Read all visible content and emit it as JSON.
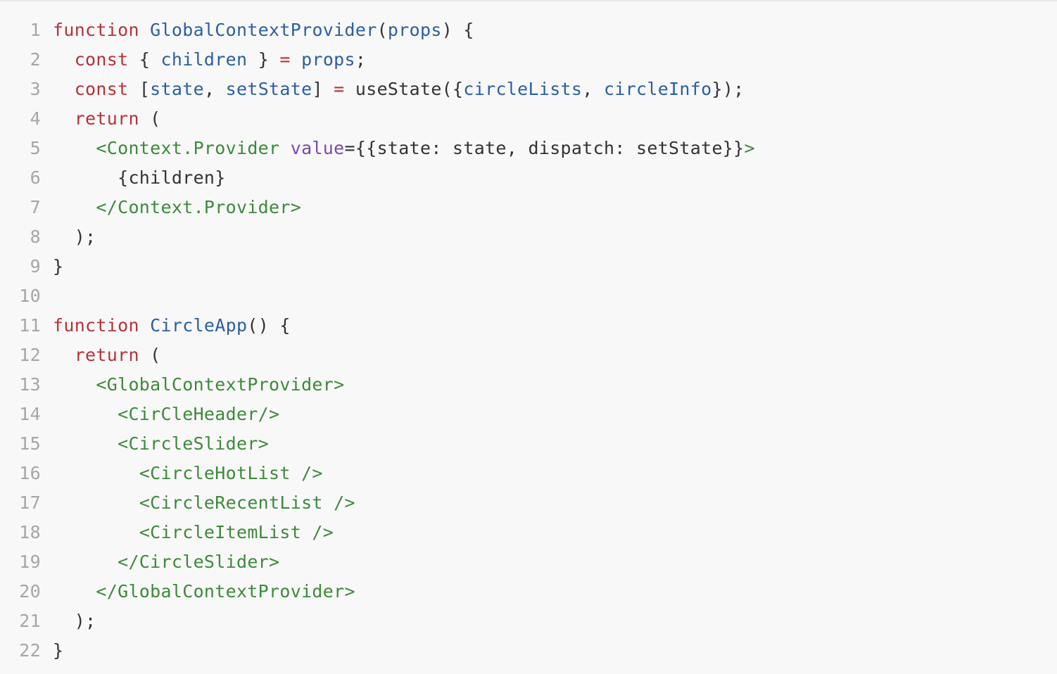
{
  "editor": {
    "theme_colors": {
      "background": "#f8f8f8",
      "line_number": "#a6a6a6",
      "keyword": "#b7323a",
      "definition": "#2c5fa3",
      "variable": "#2c5fa3",
      "operator": "#b7323a",
      "tag": "#3d8a3a",
      "attribute": "#7a4aa8",
      "plain": "#333333"
    },
    "lines": [
      {
        "n": "1",
        "tokens": [
          {
            "t": "kw",
            "v": "function"
          },
          {
            "t": "plain",
            "v": " "
          },
          {
            "t": "def",
            "v": "GlobalContextProvider"
          },
          {
            "t": "plain",
            "v": "("
          },
          {
            "t": "var",
            "v": "props"
          },
          {
            "t": "plain",
            "v": ") {"
          }
        ]
      },
      {
        "n": "2",
        "tokens": [
          {
            "t": "plain",
            "v": "  "
          },
          {
            "t": "kw",
            "v": "const"
          },
          {
            "t": "plain",
            "v": " { "
          },
          {
            "t": "var",
            "v": "children"
          },
          {
            "t": "plain",
            "v": " } "
          },
          {
            "t": "op",
            "v": "="
          },
          {
            "t": "plain",
            "v": " "
          },
          {
            "t": "var",
            "v": "props"
          },
          {
            "t": "plain",
            "v": ";"
          }
        ]
      },
      {
        "n": "3",
        "tokens": [
          {
            "t": "plain",
            "v": "  "
          },
          {
            "t": "kw",
            "v": "const"
          },
          {
            "t": "plain",
            "v": " ["
          },
          {
            "t": "var",
            "v": "state"
          },
          {
            "t": "plain",
            "v": ", "
          },
          {
            "t": "var",
            "v": "setState"
          },
          {
            "t": "plain",
            "v": "] "
          },
          {
            "t": "op",
            "v": "="
          },
          {
            "t": "plain",
            "v": " useState({"
          },
          {
            "t": "var",
            "v": "circleLists"
          },
          {
            "t": "plain",
            "v": ", "
          },
          {
            "t": "var",
            "v": "circleInfo"
          },
          {
            "t": "plain",
            "v": "});"
          }
        ]
      },
      {
        "n": "4",
        "tokens": [
          {
            "t": "plain",
            "v": "  "
          },
          {
            "t": "kw",
            "v": "return"
          },
          {
            "t": "plain",
            "v": " ("
          }
        ]
      },
      {
        "n": "5",
        "tokens": [
          {
            "t": "plain",
            "v": "    "
          },
          {
            "t": "tag",
            "v": "<Context.Provider"
          },
          {
            "t": "plain",
            "v": " "
          },
          {
            "t": "attr",
            "v": "value"
          },
          {
            "t": "plain",
            "v": "={{state: state, dispatch: setState}}"
          },
          {
            "t": "tag",
            "v": ">"
          }
        ]
      },
      {
        "n": "6",
        "tokens": [
          {
            "t": "plain",
            "v": "      {children}"
          }
        ]
      },
      {
        "n": "7",
        "tokens": [
          {
            "t": "plain",
            "v": "    "
          },
          {
            "t": "tag",
            "v": "</Context.Provider>"
          }
        ]
      },
      {
        "n": "8",
        "tokens": [
          {
            "t": "plain",
            "v": "  );"
          }
        ]
      },
      {
        "n": "9",
        "tokens": [
          {
            "t": "plain",
            "v": "}"
          }
        ]
      },
      {
        "n": "10",
        "tokens": []
      },
      {
        "n": "11",
        "tokens": [
          {
            "t": "kw",
            "v": "function"
          },
          {
            "t": "plain",
            "v": " "
          },
          {
            "t": "def",
            "v": "CircleApp"
          },
          {
            "t": "plain",
            "v": "() {"
          }
        ]
      },
      {
        "n": "12",
        "tokens": [
          {
            "t": "plain",
            "v": "  "
          },
          {
            "t": "kw",
            "v": "return"
          },
          {
            "t": "plain",
            "v": " ("
          }
        ]
      },
      {
        "n": "13",
        "tokens": [
          {
            "t": "plain",
            "v": "    "
          },
          {
            "t": "tag",
            "v": "<GlobalContextProvider>"
          }
        ]
      },
      {
        "n": "14",
        "tokens": [
          {
            "t": "plain",
            "v": "      "
          },
          {
            "t": "tag",
            "v": "<CirCleHeader/>"
          }
        ]
      },
      {
        "n": "15",
        "tokens": [
          {
            "t": "plain",
            "v": "      "
          },
          {
            "t": "tag",
            "v": "<CircleSlider>"
          }
        ]
      },
      {
        "n": "16",
        "tokens": [
          {
            "t": "plain",
            "v": "        "
          },
          {
            "t": "tag",
            "v": "<CircleHotList />"
          }
        ]
      },
      {
        "n": "17",
        "tokens": [
          {
            "t": "plain",
            "v": "        "
          },
          {
            "t": "tag",
            "v": "<CircleRecentList />"
          }
        ]
      },
      {
        "n": "18",
        "tokens": [
          {
            "t": "plain",
            "v": "        "
          },
          {
            "t": "tag",
            "v": "<CircleItemList />"
          }
        ]
      },
      {
        "n": "19",
        "tokens": [
          {
            "t": "plain",
            "v": "      "
          },
          {
            "t": "tag",
            "v": "</CircleSlider>"
          }
        ]
      },
      {
        "n": "20",
        "tokens": [
          {
            "t": "plain",
            "v": "    "
          },
          {
            "t": "tag",
            "v": "</GlobalContextProvider>"
          }
        ]
      },
      {
        "n": "21",
        "tokens": [
          {
            "t": "plain",
            "v": "  );"
          }
        ]
      },
      {
        "n": "22",
        "tokens": [
          {
            "t": "plain",
            "v": "}"
          }
        ]
      }
    ]
  }
}
